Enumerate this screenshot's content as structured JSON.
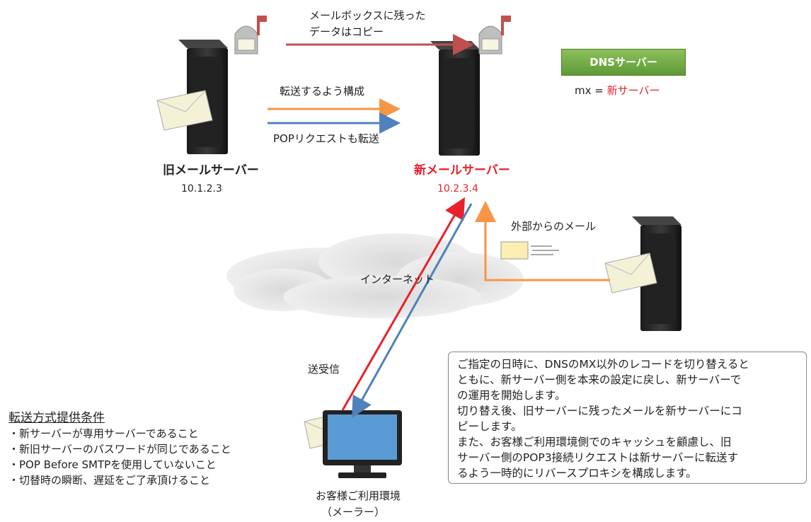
{
  "arrows": {
    "mailbox_copy": "メールボックスに残った",
    "mailbox_copy2": "データはコピー",
    "forward_config": "転送するよう構成",
    "pop_forward": "POPリクエストも転送",
    "external_mail": "外部からのメール",
    "send_receive": "送受信",
    "internet": "インターネット"
  },
  "old_server": {
    "label": "旧メールサーバー",
    "ip": "10.1.2.3"
  },
  "new_server": {
    "label": "新メールサーバー",
    "ip": "10.2.3.4"
  },
  "dns": {
    "title": "DNSサーバー",
    "mx_prefix": "mx = ",
    "mx_value": "新サーバー"
  },
  "client": {
    "line1": "お客様ご利用環境",
    "line2": "（メーラー）"
  },
  "conditions": {
    "heading": "転送方式提供条件",
    "items": [
      "・新サーバーが専用サーバーであること",
      "・新旧サーバーのパスワードが同じであること",
      "・POP Before SMTPを使用していないこと",
      "・切替時の瞬断、遅延をご了承頂けること"
    ]
  },
  "note": {
    "lines": [
      "ご指定の日時に、DNSのMX以外のレコードを切り替えると",
      "ともに、新サーバー側を本来の設定に戻し、新サーバーで",
      "の運用を開始します。",
      "切り替え後、旧サーバーに残ったメールを新サーバーにコ",
      "ピーします。",
      "また、お客様ご利用環境側でのキャッシュを顧慮し、旧",
      "サーバー側のPOP3接続リクエストは新サーバーに転送す",
      "るよう一時的にリバースプロキシを構成します。"
    ]
  },
  "colors": {
    "red": "#c0504d",
    "orange": "#f79646",
    "blue": "#4f81bd",
    "green": "#6ea544"
  }
}
